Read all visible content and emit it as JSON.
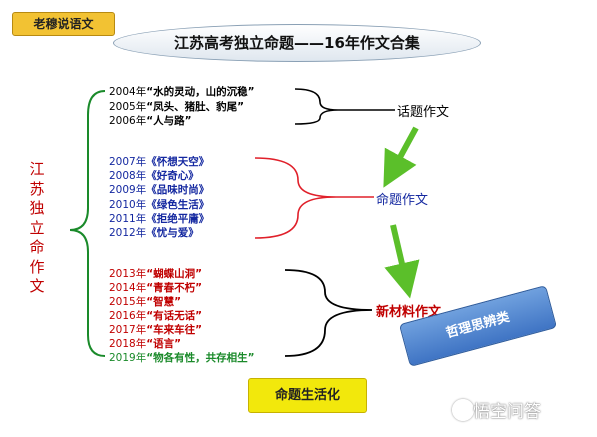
{
  "tag": "老穆说语文",
  "title": "江苏高考独立命题——16年作文合集",
  "vertical_title": [
    "江",
    "苏",
    "独",
    "立",
    "命",
    "作",
    "文"
  ],
  "group1": {
    "label": "话题作文",
    "items": [
      {
        "year": "2004年",
        "text": "“水的灵动，山的沉稳”"
      },
      {
        "year": "2005年",
        "text": "“凤头、猪肚、豹尾”"
      },
      {
        "year": "2006年",
        "text": "“人与路”"
      }
    ]
  },
  "group2": {
    "label": "命题作文",
    "items": [
      {
        "year": "2007年",
        "text": "《怀想天空》"
      },
      {
        "year": "2008年",
        "text": "《好奇心》"
      },
      {
        "year": "2009年",
        "text": "《品味时尚》"
      },
      {
        "year": "2010年",
        "text": "《绿色生活》"
      },
      {
        "year": "2011年",
        "text": "《拒绝平庸》"
      },
      {
        "year": "2012年",
        "text": "《忧与爱》"
      }
    ]
  },
  "group3": {
    "label": "新材料作文",
    "items": [
      {
        "year": "2013年",
        "text": "“蝴蝶山洞”"
      },
      {
        "year": "2014年",
        "text": "“青春不朽”"
      },
      {
        "year": "2015年",
        "text": "“智慧”"
      },
      {
        "year": "2016年",
        "text": "“有话无话”"
      },
      {
        "year": "2017年",
        "text": "“车来车往”"
      },
      {
        "year": "2018年",
        "text": "“语言”"
      },
      {
        "year": "2019年",
        "text": "“物各有性，共存相生”"
      }
    ]
  },
  "box_blue": "哲理思辨类",
  "box_yellow": "命题生活化",
  "watermark": "悟空问答",
  "colors": {
    "group1_text": "#000000",
    "group2_text": "#1428a0",
    "group3_text": "#c00000",
    "year2019_text": "#1a8a2a",
    "bracket_green": "#1a8a2a",
    "bracket_red": "#e0202a",
    "bracket_black": "#000000",
    "arrow_green": "#5bbf2a",
    "tag_bg": "#f2c233",
    "box_blue": "#4a80cc",
    "box_yellow": "#f2e80c"
  }
}
